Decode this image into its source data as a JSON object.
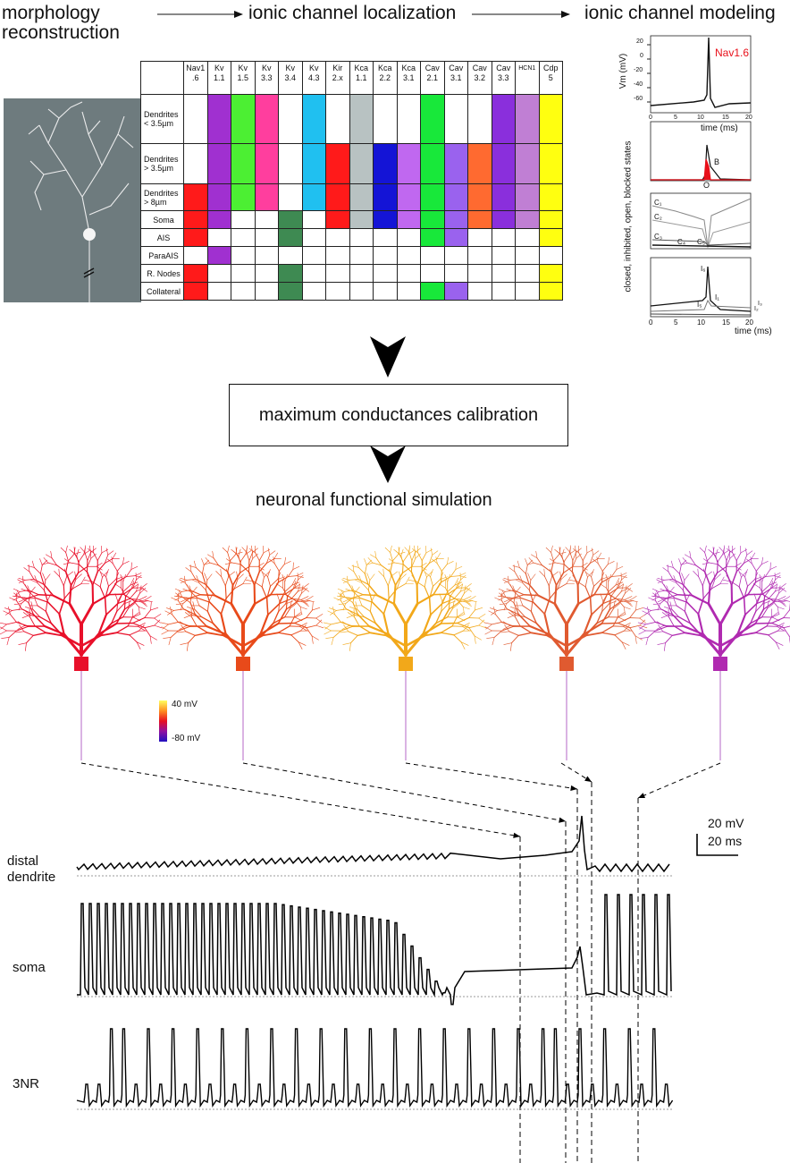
{
  "pipeline": {
    "step1": "morphology\nreconstruction",
    "step1_line1": "morphology",
    "step1_line2": "reconstruction",
    "step2": "ionic channel localization",
    "step3": "ionic channel modeling",
    "step4": "maximum conductances calibration",
    "step5": "neuronal functional simulation"
  },
  "channel_table": {
    "columns": [
      {
        "l1": "Nav1",
        "l2": ".6"
      },
      {
        "l1": "Kv",
        "l2": "1.1"
      },
      {
        "l1": "Kv",
        "l2": "1.5"
      },
      {
        "l1": "Kv",
        "l2": "3.3"
      },
      {
        "l1": "Kv",
        "l2": "3.4"
      },
      {
        "l1": "Kv",
        "l2": "4.3"
      },
      {
        "l1": "Kir",
        "l2": "2.x"
      },
      {
        "l1": "Kca",
        "l2": "1.1"
      },
      {
        "l1": "Kca",
        "l2": "2.2"
      },
      {
        "l1": "Kca",
        "l2": "3.1"
      },
      {
        "l1": "Cav",
        "l2": "2.1"
      },
      {
        "l1": "Cav",
        "l2": "3.1"
      },
      {
        "l1": "Cav",
        "l2": "3.2"
      },
      {
        "l1": "Cav",
        "l2": "3.3"
      },
      {
        "l1": "HCN1",
        "l2": ""
      },
      {
        "l1": "Cdp",
        "l2": "5"
      }
    ],
    "rows": [
      {
        "label": "Dendrites\n< 3.5µm"
      },
      {
        "label": "Dendrites\n> 3.5µm"
      },
      {
        "label": "Dendrites\n> 8µm"
      },
      {
        "label": "Soma"
      },
      {
        "label": "AIS"
      },
      {
        "label": "ParaAIS"
      },
      {
        "label": "R. Nodes"
      },
      {
        "label": "Collateral"
      }
    ],
    "row_labels": {
      "r0a": "Dendrites",
      "r0b": "< 3.5µm",
      "r1a": "Dendrites",
      "r1b": "> 3.5µm",
      "r2a": "Dendrites",
      "r2b": "> 8µm",
      "r3": "Soma",
      "r4": "AIS",
      "r5": "ParaAIS",
      "r6": "R. Nodes",
      "r7": "Collateral"
    },
    "colors": {
      "red": "#ff1a1a",
      "purple": "#a030d0",
      "green": "#4cef33",
      "pink": "#ff3e9e",
      "dgreen": "#3e8a52",
      "cyan": "#20c0f0",
      "gray": "#b8c2c2",
      "blue": "#1414d6",
      "lilac": "#c068f0",
      "bgreen": "#18e83a",
      "violet": "#9a62ee",
      "orange": "#ff6a30",
      "purple2": "#8a2fdc",
      "mauve": "#c07fd4",
      "yellow": "#ffff10"
    }
  },
  "model_panel": {
    "vm_label": "Vm (mV)",
    "channel_name": "Nav1.6",
    "y_ticks": [
      "20",
      "0",
      "-20",
      "-40",
      "-60"
    ],
    "x_ticks": [
      "0",
      "5",
      "10",
      "15",
      "20"
    ],
    "time_label": "time (ms)",
    "states_label": "closed, inhibited, open, blocked states",
    "B": "B",
    "O": "O",
    "C1": "C₁",
    "C2": "C₂",
    "C3": "C₃",
    "C4": "C₄",
    "C5": "C₅",
    "I6": "I₆",
    "I1": "I₁",
    "I2": "I₂",
    "I3": "I₃",
    "I5": "I₅",
    "time_label2": "time (ms)"
  },
  "colorbar": {
    "top": "40 mV",
    "bottom": "-80 mV"
  },
  "traces": {
    "distal": "distal\ndendrite",
    "distal1": "distal",
    "distal2": "dendrite",
    "soma": "soma",
    "nr": "3NR",
    "scale_mv": "20 mV",
    "scale_ms": "20 ms"
  },
  "neuron_colors": [
    "#e8102a",
    "#e84a1a",
    "#f2a81a",
    "#e05a30",
    "#b02ab0"
  ]
}
